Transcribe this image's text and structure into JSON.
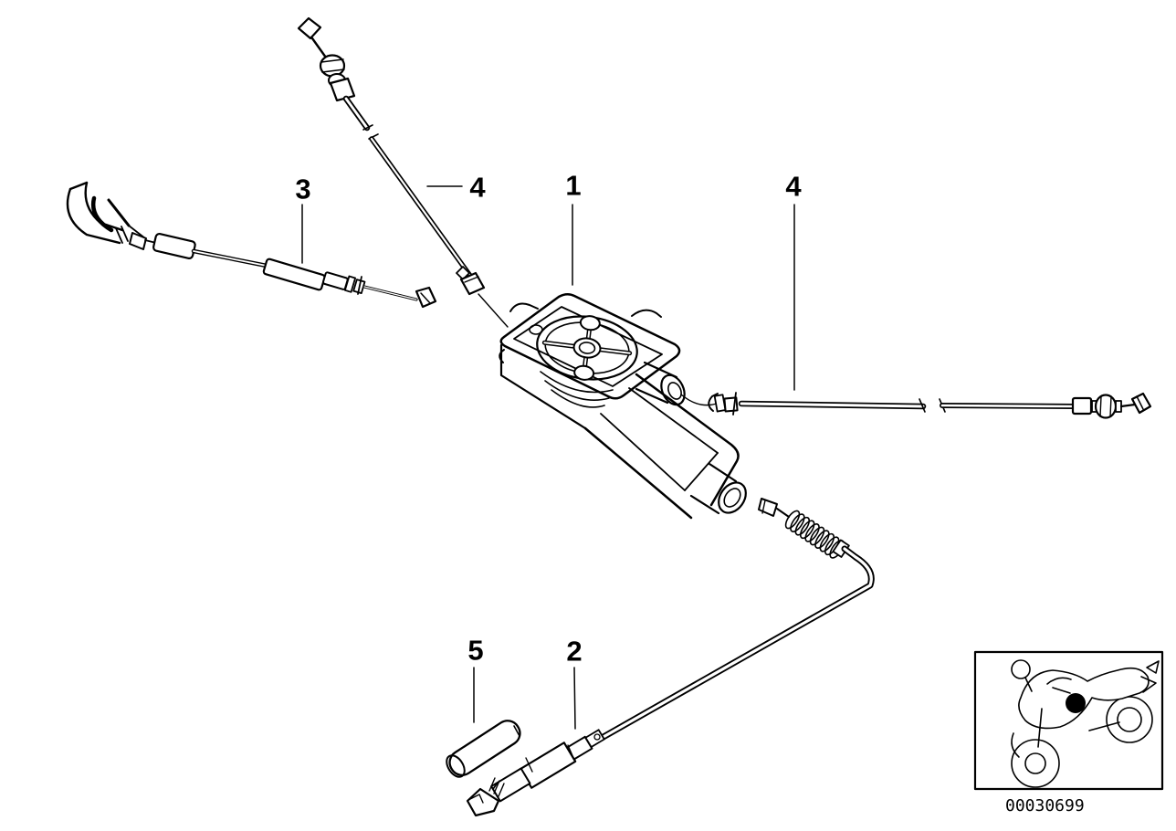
{
  "diagram": {
    "title": "Exploded parts diagram - cable distributor with bowden cables",
    "colors": {
      "line": "#000000",
      "background": "#ffffff"
    },
    "callouts": [
      {
        "id": "callout-1",
        "label": "1"
      },
      {
        "id": "callout-2",
        "label": "2"
      },
      {
        "id": "callout-3",
        "label": "3"
      },
      {
        "id": "callout-4-upper",
        "label": "4"
      },
      {
        "id": "callout-4-right",
        "label": "4"
      },
      {
        "id": "callout-5",
        "label": "5"
      }
    ],
    "drawing_number": "00030699"
  }
}
